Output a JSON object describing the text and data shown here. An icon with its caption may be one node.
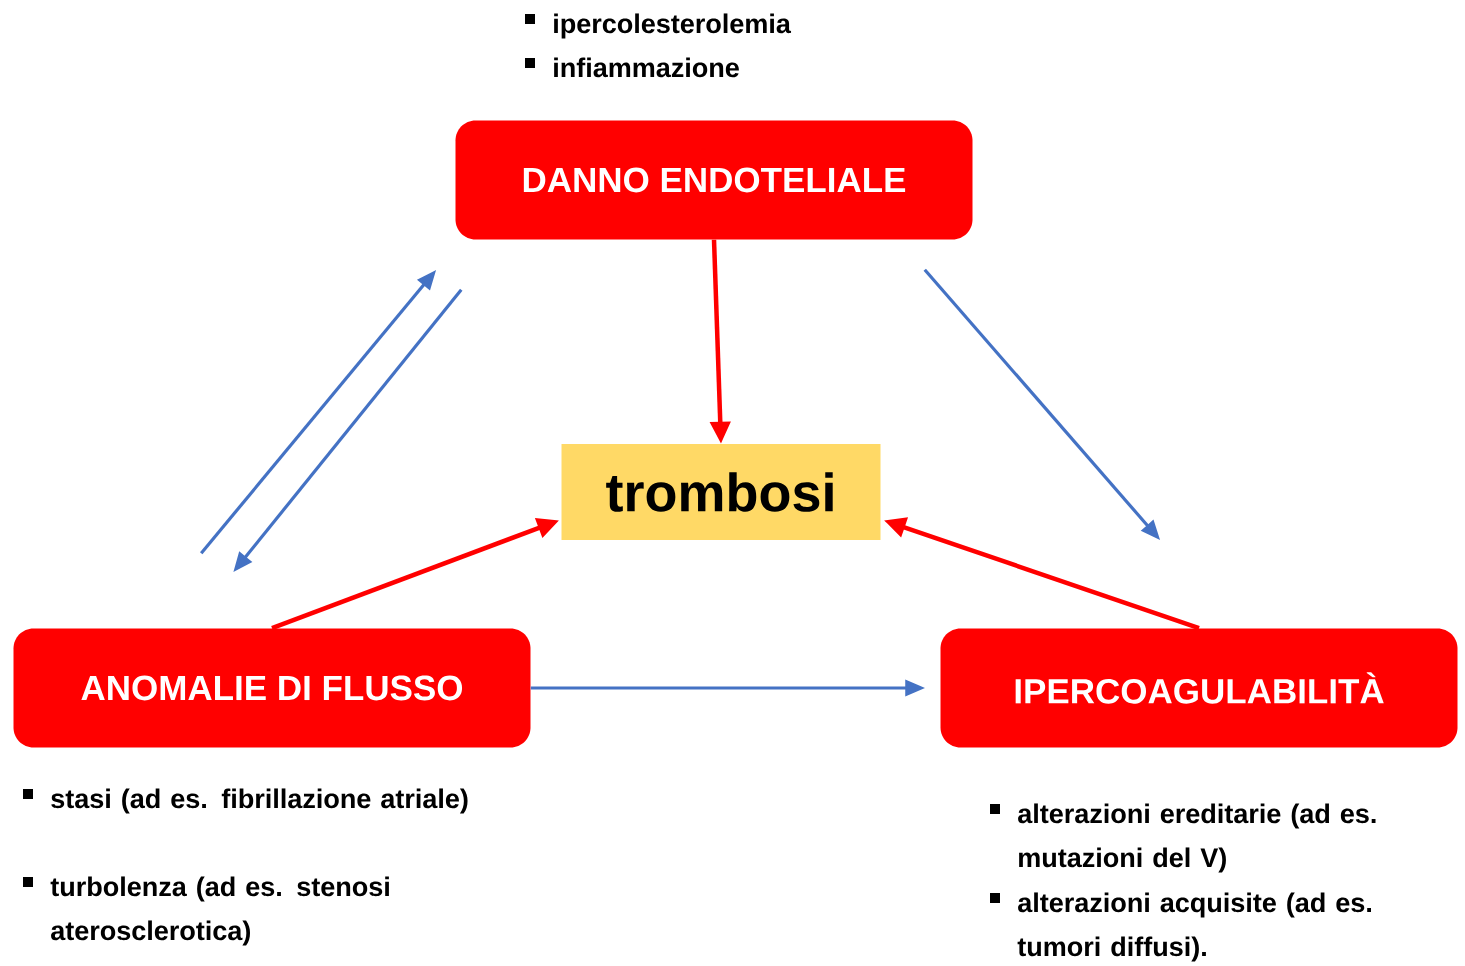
{
  "diagram": {
    "nodes": [
      {
        "text": [
          "DANNO ENDOTELIALE"
        ],
        "beside": [
          "ipercolesterolemia",
          "infiammazione"
        ]
      },
      {
        "text": [
          "trombosi"
        ]
      },
      {
        "text": [
          "ANOMALIE DI FLUSSO"
        ],
        "beside": [
          "stasi (ad es. fibrillazione atriale)",
          "turbolenza (ad es. stenosi aterosclerotica)"
        ]
      },
      {
        "text": [
          "IPERCOAGULABILITÀ"
        ],
        "beside": [
          "alterazioni ereditarie (ad es. mutazioni del V)",
          "alterazioni acquisite (ad es. tumori diffusi)."
        ]
      }
    ],
    "edges": [
      {
        "from": 0,
        "to": 1,
        "arrow": "to",
        "color": "#ff0000"
      },
      {
        "from": 2,
        "to": 1,
        "arrow": "to",
        "color": "#ff0000"
      },
      {
        "from": 3,
        "to": 1,
        "arrow": "to",
        "color": "#ff0000"
      },
      {
        "from": 2,
        "to": 3,
        "arrow": "to"
      },
      {
        "from": 2,
        "to": 0,
        "arrow": "to"
      },
      {
        "from": 0,
        "to": 2,
        "arrow": "to"
      },
      {
        "from": 0,
        "to": 3,
        "arrow": "to"
      }
    ]
  }
}
